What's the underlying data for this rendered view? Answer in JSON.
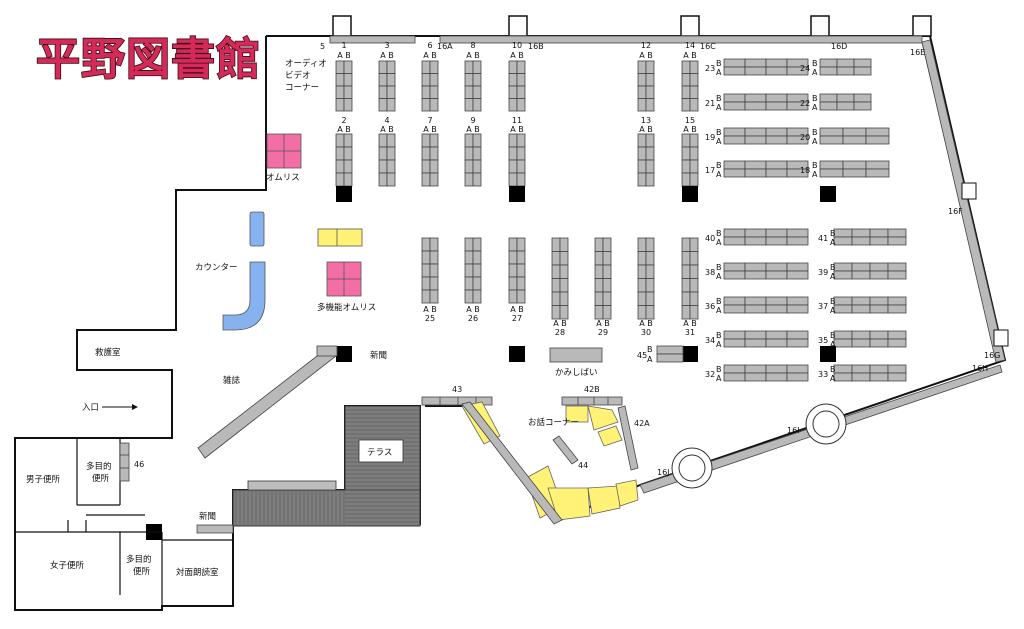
{
  "title": "平野図書館",
  "areas": {
    "av_corner": [
      "オーディオ",
      "ビデオ",
      "コーナー"
    ],
    "omris": "オムリス",
    "counter": "カウンター",
    "multi_omris": "多機能オムリス",
    "kyugo": "救護室",
    "entrance": "入口",
    "zasshi": "雑誌",
    "shinbun_top": "新聞",
    "shinbun_bottom": "新聞",
    "terrace": "テラス",
    "kamishibai": "かみしばい",
    "ohanashi": "お話コーナー",
    "mens_wc": "男子便所",
    "womens_wc": "女子便所",
    "multi_wc_1": [
      "多目的",
      "便所"
    ],
    "multi_wc_2": [
      "多目的",
      "便所"
    ],
    "reading_room": "対面朗読室"
  },
  "shelf_labels": {
    "top": [
      "1",
      "3",
      "6",
      "8",
      "10",
      "12",
      "14"
    ],
    "second": [
      "2",
      "4",
      "7",
      "9",
      "11",
      "13",
      "15"
    ],
    "bottom": [
      "25",
      "26",
      "27",
      "28",
      "29",
      "30",
      "31"
    ],
    "right_left": [
      "23",
      "21",
      "19",
      "17",
      "40",
      "38",
      "36",
      "34",
      "32"
    ],
    "right_right": [
      "24",
      "22",
      "20",
      "18",
      "41",
      "39",
      "37",
      "35",
      "33"
    ],
    "extra": {
      "s5": "5",
      "s16a": "16A",
      "s16b": "16B",
      "s16c": "16C",
      "s16d": "16D",
      "s16e": "16E",
      "s16f": "16F",
      "s16g": "16G",
      "s16h": "16H",
      "s16i": "16I",
      "s16j": "16J",
      "s42a": "42A",
      "s42b": "42B",
      "s43": "43",
      "s44": "44",
      "s45": "45",
      "s46": "46"
    }
  },
  "side_labels": {
    "a": "A",
    "b": "B",
    "ab": "A B"
  },
  "colors": {
    "shelf": "#b9b9b9",
    "omris_pink": "#f46ea6",
    "counter_blue": "#86b3f0",
    "yellow": "#fff276",
    "terrace": "#7d7d7d",
    "pillar": "#000000"
  }
}
